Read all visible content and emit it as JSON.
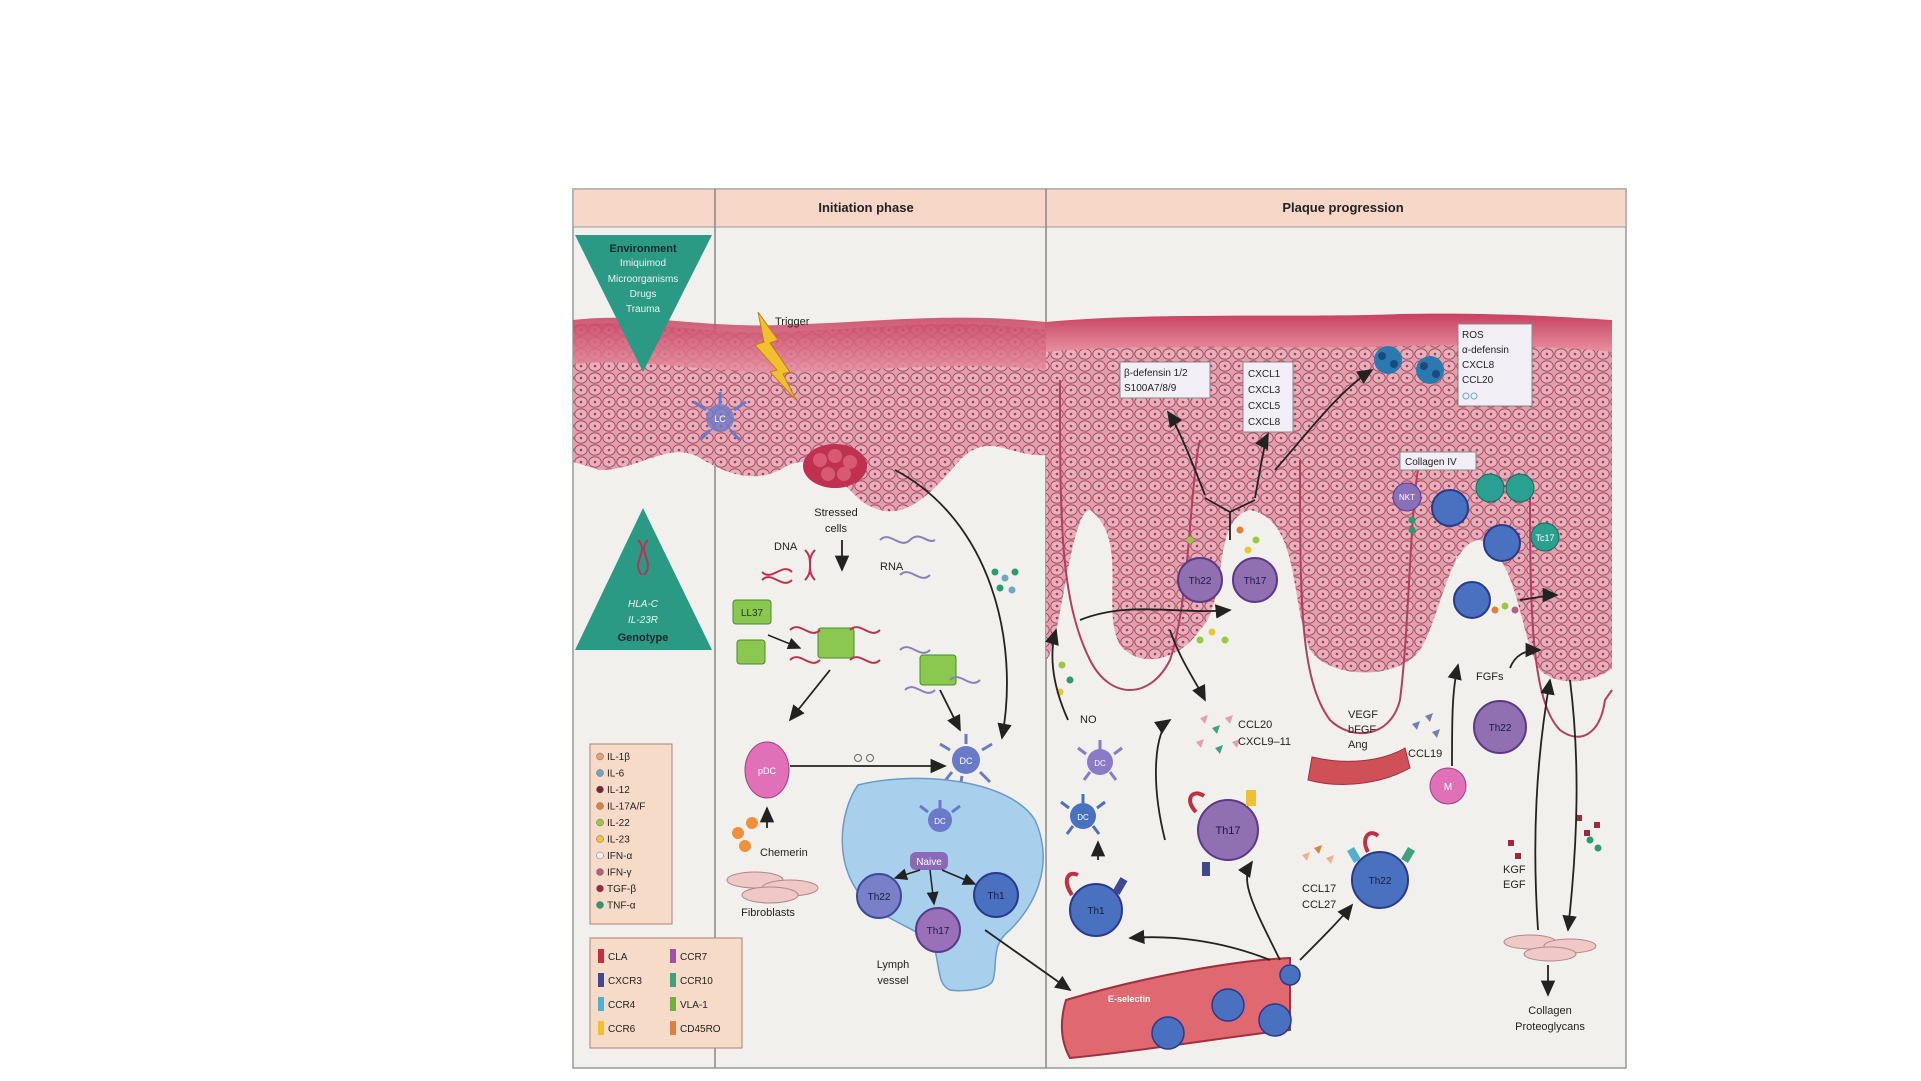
{
  "header": {
    "initiation": "Initiation phase",
    "progression": "Plaque progression"
  },
  "environment": {
    "title": "Environment",
    "items": [
      "Imiquimod",
      "Microorganisms",
      "Drugs",
      "Trauma"
    ]
  },
  "genotype": {
    "genes": [
      "HLA-C",
      "IL-23R"
    ],
    "title": "Genotype"
  },
  "labels": {
    "trigger": "Trigger",
    "lc": "LC",
    "stressed1": "Stressed",
    "stressed2": "cells",
    "dna": "DNA",
    "rna": "RNA",
    "ll37": "LL37",
    "pdc": "pDC",
    "dc": "DC",
    "naive": "Naive",
    "th22": "Th22",
    "th17": "Th17",
    "th1": "Th1",
    "chemerin": "Chemerin",
    "fibroblasts": "Fibroblasts",
    "lymph1": "Lymph",
    "lymph2": "vessel",
    "no": "NO",
    "defensin1": "β-defensin 1/2",
    "defensin2": "S100A7/8/9",
    "cxcl1": "CXCL1",
    "cxcl3": "CXCL3",
    "cxcl5": "CXCL5",
    "cxcl8a": "CXCL8",
    "ros": "ROS",
    "adef": "α-defensin",
    "cxcl8b": "CXCL8",
    "ccl20b": "CCL20",
    "collagen4": "Collagen IV",
    "nkt": "NKT",
    "tc": "Tc",
    "tc17": "Tc17",
    "ccl20": "CCL20",
    "cxcl911": "CXCL9–11",
    "vegf": "VEGF",
    "bfgf": "bFGF",
    "ang": "Ang",
    "ccl19": "CCL19",
    "m": "M",
    "fgfs": "FGFs",
    "ccl17": "CCL17",
    "ccl27": "CCL27",
    "kgf": "KGF",
    "egf": "EGF",
    "eselectin": "E-selectin",
    "collagen": "Collagen",
    "proteoglycans": "Proteoglycans"
  },
  "legend_cytokines": [
    {
      "label": "IL-1β",
      "color": "#e8a070"
    },
    {
      "label": "IL-6",
      "color": "#6aa8c8"
    },
    {
      "label": "IL-12",
      "color": "#7a2040"
    },
    {
      "label": "IL-17A/F",
      "color": "#e0803a"
    },
    {
      "label": "IL-22",
      "color": "#9ac840"
    },
    {
      "label": "IL-23",
      "color": "#e8c830"
    },
    {
      "label": "IFN-α",
      "color": "#f4f0f0"
    },
    {
      "label": "IFN-γ",
      "color": "#b06080"
    },
    {
      "label": "TGF-β",
      "color": "#a02838"
    },
    {
      "label": "TNF-α",
      "color": "#2a9a70"
    }
  ],
  "legend_receptors": [
    {
      "label": "CLA",
      "color": "#c03040"
    },
    {
      "label": "CCR7",
      "color": "#a050a0"
    },
    {
      "label": "CXCR3",
      "color": "#404890"
    },
    {
      "label": "CCR10",
      "color": "#40a080"
    },
    {
      "label": "CCR4",
      "color": "#50b0d0"
    },
    {
      "label": "VLA-1",
      "color": "#70b040"
    },
    {
      "label": "CCR6",
      "color": "#f0c030"
    },
    {
      "label": "CD45RO",
      "color": "#e08040"
    }
  ]
}
